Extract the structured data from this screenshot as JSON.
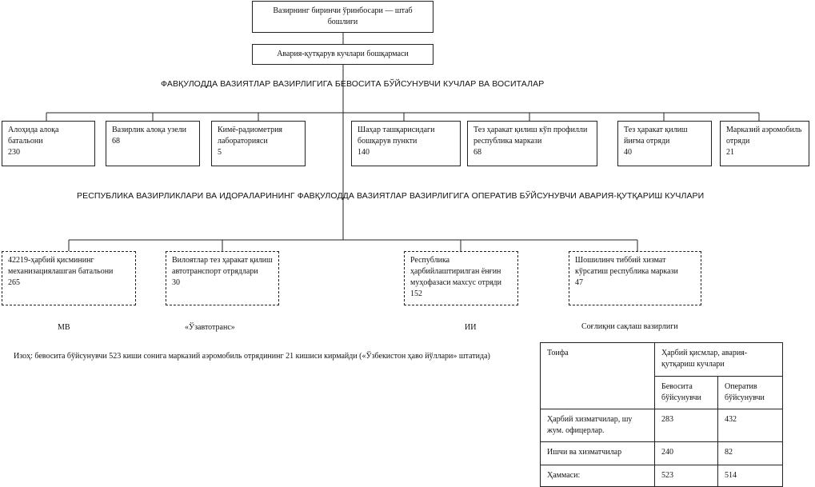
{
  "top": {
    "chief": "Вазирнинг биринчи ўринбосари — штаб бошлиғи",
    "department": "Авария-қутқарув кучлари бошқармаси"
  },
  "heading_direct": "ФАВҚУЛОДДА ВАЗИЯТЛАР ВАЗИРЛИГИГА БЕВОСИТА БЎЙСУНУВЧИ КУЧЛАР ВА ВОСИТАЛАР",
  "direct_units": [
    {
      "name": "Алоҳида алоқа батальони",
      "count": "230"
    },
    {
      "name": "Вазирлик алоқа узели",
      "count": "68"
    },
    {
      "name": "Кимё-радиометрия лабораторияси",
      "count": "5"
    },
    {
      "name": "Шаҳар ташқарисидаги бошқарув пункти",
      "count": "140"
    },
    {
      "name": "Тез ҳаракат қилиш кўп профилли республика маркази",
      "count": "68"
    },
    {
      "name": "Тез ҳаракат қилиш йиғма отряди",
      "count": "40"
    },
    {
      "name": "Марказий аэромобиль отряди",
      "count": "21"
    }
  ],
  "heading_operative": "РЕСПУБЛИКА ВАЗИРЛИКЛАРИ ВА ИДОРАЛАРИНИНГ ФАВҚУЛОДДА ВАЗИЯТЛАР ВАЗИРЛИГИГА ОПЕРАТИВ БЎЙСУНУВЧИ АВАРИЯ-ҚУТҚАРИШ КУЧЛАРИ",
  "operative_units": [
    {
      "name": "42219-ҳарбий қисмининг механизациялашган батальони",
      "count": "265",
      "label": "МВ"
    },
    {
      "name": "Вилоятлар тез ҳаракат қилиш автотранспорт отрядлари",
      "count": "30",
      "label": "«Ўзавтотранс»"
    },
    {
      "name": "Республика ҳарбийлаштирилган ёнғин муҳофазаси махсус отряди",
      "count": "152",
      "label": "ИИ"
    },
    {
      "name": "Шошилинч тиббий хизмат кўрсатиш республика маркази",
      "count": "47",
      "label": "Соғлиқни сақлаш вазирлиги"
    }
  ],
  "note": "Изоҳ: бевосита бўйсунувчи 523 киши сонига марказий аэромобиль отрядининг 21 кишиси кирмайди («Ўзбекистон ҳаво йўллари» штатида)",
  "table": {
    "header_category": "Тоифа",
    "header_group": "Ҳарбий қисмлар, авария-қутқариш кучлари",
    "col_direct": "Бевосита бўйсунувчи",
    "col_operative": "Оператив бўйсунувчи",
    "rows": [
      {
        "category": "Ҳарбий хизматчилар, шу жум. офицерлар.",
        "direct": "283",
        "operative": "432"
      },
      {
        "category": "Ишчи ва хизматчилар",
        "direct": "240",
        "operative": "82"
      },
      {
        "category": "Ҳаммаси:",
        "direct": "523",
        "operative": "514"
      }
    ]
  }
}
